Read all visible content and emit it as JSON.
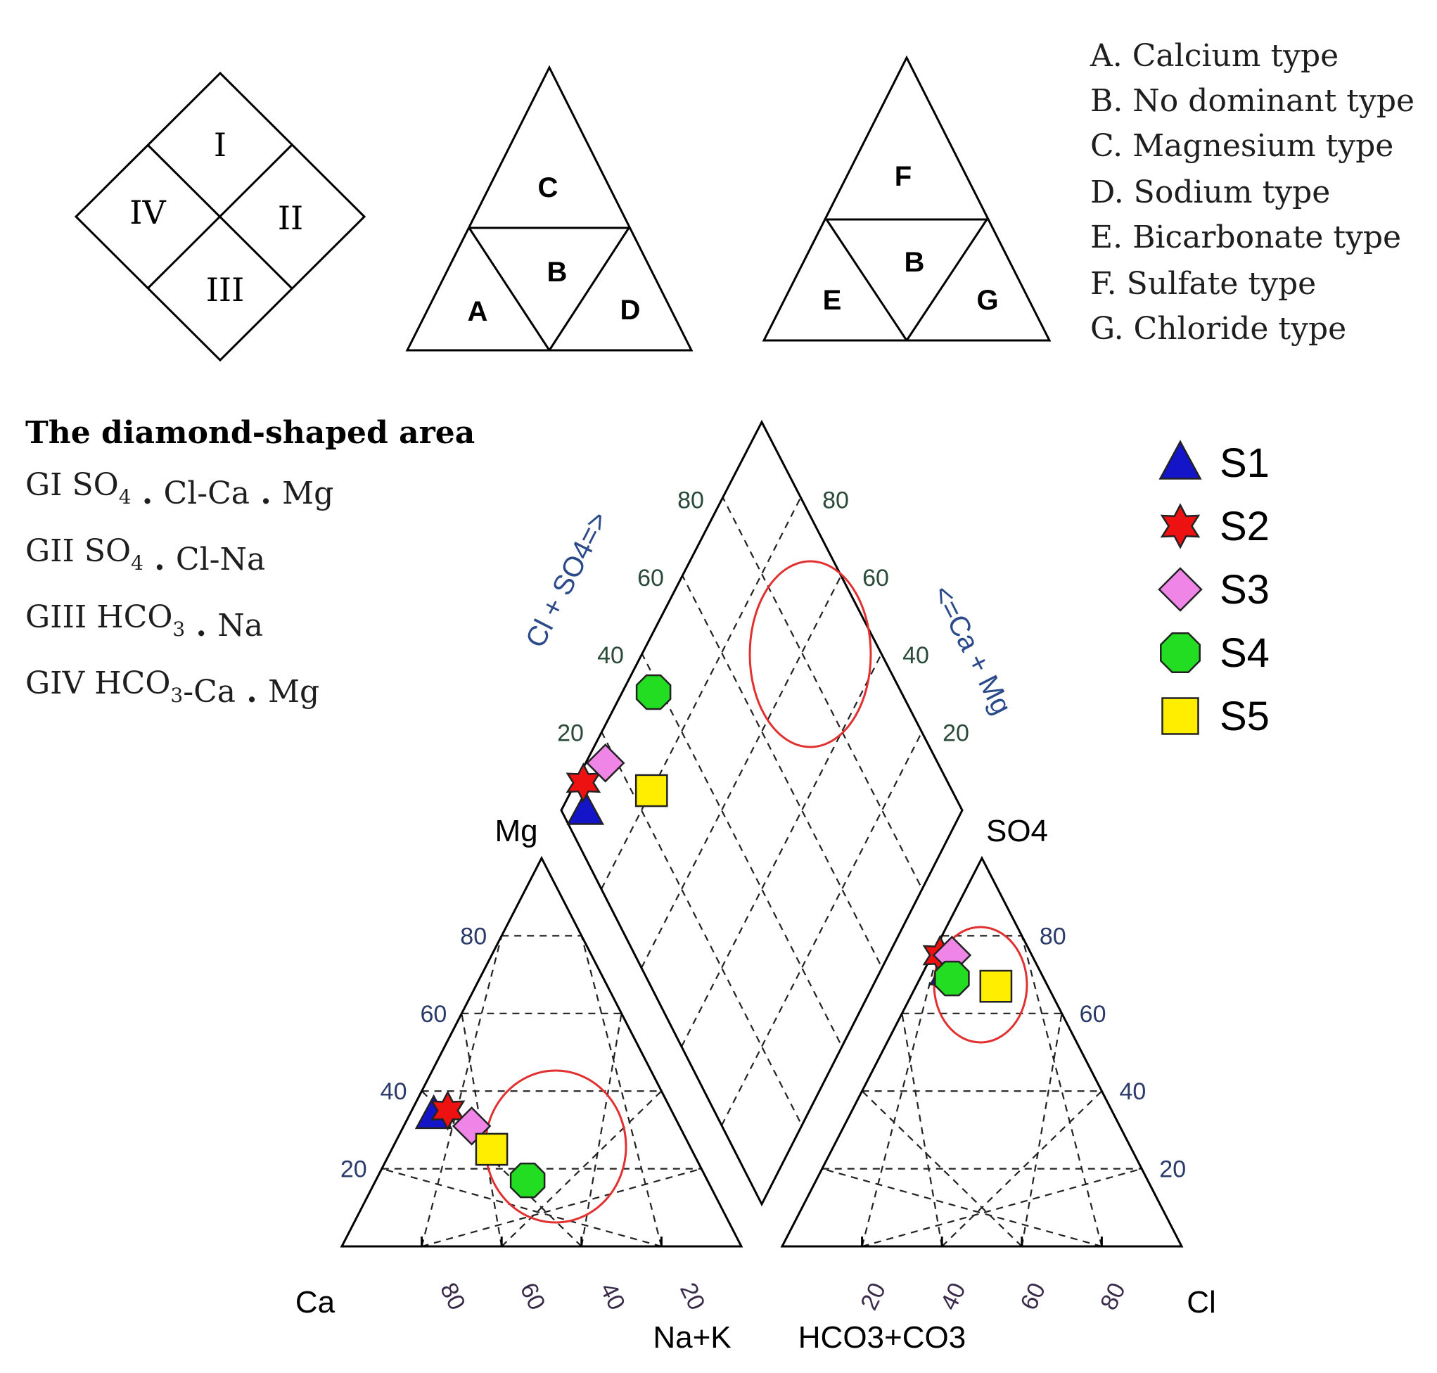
{
  "schematic": {
    "diamond_regions": [
      "I",
      "II",
      "III",
      "IV"
    ],
    "cation_regions": [
      "C",
      "B",
      "A",
      "D"
    ],
    "anion_regions": [
      "F",
      "B",
      "E",
      "G"
    ]
  },
  "legend_types": [
    "A. Calcium type",
    "B. No dominant type",
    "C. Magnesium type",
    "D. Sodium type",
    "E. Bicarbonate type",
    "F. Sulfate type",
    "G. Chloride type"
  ],
  "diamond_area": {
    "title": "The diamond-shaped area",
    "groups": [
      {
        "id": "GI",
        "parts": [
          {
            "t": "SO"
          },
          {
            "sub": "4"
          },
          {
            "dot": true
          },
          {
            "t": "Cl-Ca"
          },
          {
            "dot": true
          },
          {
            "t": "Mg"
          }
        ]
      },
      {
        "id": "GII",
        "parts": [
          {
            "t": "SO"
          },
          {
            "sub": "4"
          },
          {
            "dot": true
          },
          {
            "t": "Cl-Na"
          }
        ]
      },
      {
        "id": "GIII",
        "parts": [
          {
            "t": "HCO"
          },
          {
            "sub": "3"
          },
          {
            "dot": true
          },
          {
            "t": "Na"
          }
        ]
      },
      {
        "id": "GIV",
        "parts": [
          {
            "t": "HCO"
          },
          {
            "sub": "3"
          },
          {
            "t": "-Ca"
          },
          {
            "dot": true
          },
          {
            "t": "Mg"
          }
        ]
      }
    ]
  },
  "chart_data": {
    "type": "scatter",
    "title": "",
    "axes": {
      "cation_apices": {
        "left": "Ca",
        "top": "Mg",
        "right": "Na+K"
      },
      "anion_apices": {
        "left": "HCO3+CO3",
        "top": "SO4",
        "right": "Cl"
      },
      "diamond_left_label": "Cl + SO4=>",
      "diamond_right_label": "<=Ca + Mg",
      "ticks": [
        20,
        40,
        60,
        80
      ]
    },
    "series": [
      {
        "name": "S1",
        "symbol": "triangle",
        "color": "#1414c8",
        "cation": {
          "ca": 60,
          "mg": 34,
          "na_k": 6
        },
        "anion": {
          "hco3_co3": 23,
          "so4": 71,
          "cl": 6
        },
        "diamond": {
          "na_k": 6,
          "cl": 6
        }
      },
      {
        "name": "S2",
        "symbol": "star",
        "color": "#ee1111",
        "cation": {
          "ca": 56,
          "mg": 35,
          "na_k": 9
        },
        "anion": {
          "hco3_co3": 23,
          "so4": 75,
          "cl": 2
        },
        "diamond": {
          "na_k": 9,
          "cl": 2
        }
      },
      {
        "name": "S3",
        "symbol": "diamond",
        "color": "#f085e8",
        "cation": {
          "ca": 52,
          "mg": 31,
          "na_k": 17
        },
        "anion": {
          "hco3_co3": 20,
          "so4": 75,
          "cl": 5
        },
        "diamond": {
          "na_k": 17,
          "cl": 5
        }
      },
      {
        "name": "S4",
        "symbol": "octagon",
        "color": "#22dd22",
        "cation": {
          "ca": 45,
          "mg": 17,
          "na_k": 38
        },
        "anion": {
          "hco3_co3": 23,
          "so4": 69,
          "cl": 8
        },
        "diamond": {
          "na_k": 38,
          "cl": 8
        }
      },
      {
        "name": "S5",
        "symbol": "square",
        "color": "#ffee00",
        "cation": {
          "ca": 50,
          "mg": 25,
          "na_k": 25
        },
        "anion": {
          "hco3_co3": 13,
          "so4": 67,
          "cl": 20
        },
        "diamond": {
          "na_k": 25,
          "cl": 20
        }
      }
    ]
  }
}
